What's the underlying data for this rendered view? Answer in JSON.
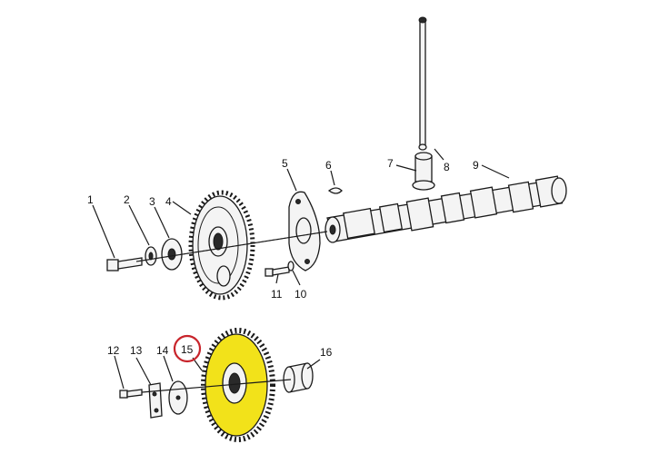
{
  "labels": {
    "p1": "1",
    "p2": "2",
    "p3": "3",
    "p4": "4",
    "p5": "5",
    "p6": "6",
    "p7": "7",
    "p8": "8",
    "p9": "9",
    "p10": "10",
    "p11": "11",
    "p12": "12",
    "p13": "13",
    "p14": "14",
    "p15": "15",
    "p16": "16"
  },
  "colors": {
    "highlight_fill": "#f2e21a",
    "highlight_ring": "#c8242b",
    "line": "#1a1a1a"
  }
}
